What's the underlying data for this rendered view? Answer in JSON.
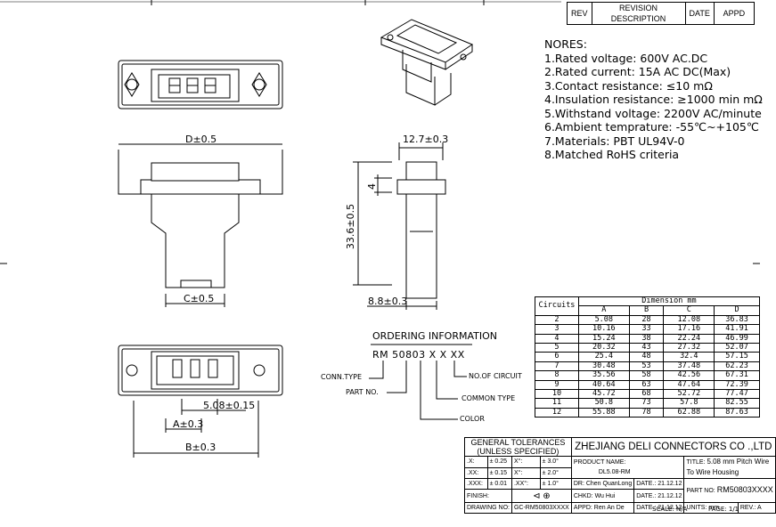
{
  "revision_header": {
    "rev": "REV",
    "description": "REVISION DESCRIPTION",
    "date": "DATE",
    "appd": "APPD"
  },
  "notes": {
    "title": "NORES:",
    "items": [
      "1.Rated voltage: 600V AC.DC",
      "2.Rated current: 15A  AC DC(Max)",
      "3.Contact resistance: ≤10 mΩ",
      "4.Insulation resistance: ≥1000 min mΩ",
      "5.Withstand voltage: 2200V AC/minute",
      "6.Ambient temprature: -55℃~+105℃",
      "7.Materials: PBT UL94V-0",
      "8.Matched RoHS criteria"
    ]
  },
  "dimensions": {
    "d": "D±0.5",
    "c": "C±0.5",
    "w": "12.7±0.3",
    "four": "4",
    "height": "33.6±0.5",
    "depth": "8.8±0.3",
    "pitch": "5.08±0.15",
    "a": "A±0.3",
    "b": "B±0.3"
  },
  "ordering": {
    "title": "ORDERING INFORMATION",
    "code": "RM 50803 X  X  XX",
    "conn_type": "CONN.TYPE",
    "part_no": "PART NO.",
    "no_of_circuit": "NO.OF CIRCUIT",
    "common_type": "COMMON TYPE",
    "color": "COLOR"
  },
  "dimension_table": {
    "header_circuits": "Circuits",
    "header_dimension": "Dimension mm",
    "columns": [
      "A",
      "B",
      "C",
      "D"
    ],
    "rows": [
      [
        "2",
        "5.08",
        "28",
        "12.08",
        "36.83"
      ],
      [
        "3",
        "10.16",
        "33",
        "17.16",
        "41.91"
      ],
      [
        "4",
        "15.24",
        "38",
        "22.24",
        "46.99"
      ],
      [
        "5",
        "20.32",
        "43",
        "27.32",
        "52.07"
      ],
      [
        "6",
        "25.4",
        "48",
        "32.4",
        "57.15"
      ],
      [
        "7",
        "30.48",
        "53",
        "37.48",
        "62.23"
      ],
      [
        "8",
        "35.56",
        "58",
        "42.56",
        "67.31"
      ],
      [
        "9",
        "40.64",
        "63",
        "47.64",
        "72.39"
      ],
      [
        "10",
        "45.72",
        "68",
        "52.72",
        "77.47"
      ],
      [
        "11",
        "50.8",
        "73",
        "57.8",
        "82.55"
      ],
      [
        "12",
        "55.88",
        "78",
        "62.88",
        "87.63"
      ]
    ]
  },
  "title_block": {
    "tolerances_title": "GENERAL TOLERANCES (UNLESS SPECIFIED)",
    "tol_rows": [
      [
        ".X:",
        "± 0.25",
        "X°:",
        "± 3.0°"
      ],
      [
        ".XX:",
        "± 0.15",
        "X°:",
        "± 2.0°"
      ],
      [
        ".XXX:",
        "± 0.01",
        ".XX°:",
        "± 1.0°"
      ]
    ],
    "finish": "FINISH:",
    "drawing_no_label": "DRAWING NO:",
    "drawing_no": "GC-RM50803XXXX",
    "company": "ZHEJIANG DELI CONNECTORS CO .,LTD",
    "product_name_label": "PRODUCT NAME:",
    "product_name": "DL5.08-RM",
    "title_label": "TITLE:",
    "title": "5.08 mm Pitch Wire To Wire Housing",
    "dr_label": "DR:",
    "dr": "Chen QuanLong",
    "dr_date": "DATE.: 21.12.12",
    "chkd_label": "CHKD:",
    "chkd": "Wu Hui",
    "chkd_date": "DATE.: 21.12.12",
    "appd_label": "APPD:",
    "appd": "Ren An De",
    "appd_date": "DATE.: 21.12.12",
    "part_no_label": "PART NO:",
    "part_no": "RM50803XXXX",
    "scale": "SCALE: N/A",
    "units": "UNITS: mm",
    "page": "PAGE: 1/1",
    "rev": "REV.: A"
  }
}
